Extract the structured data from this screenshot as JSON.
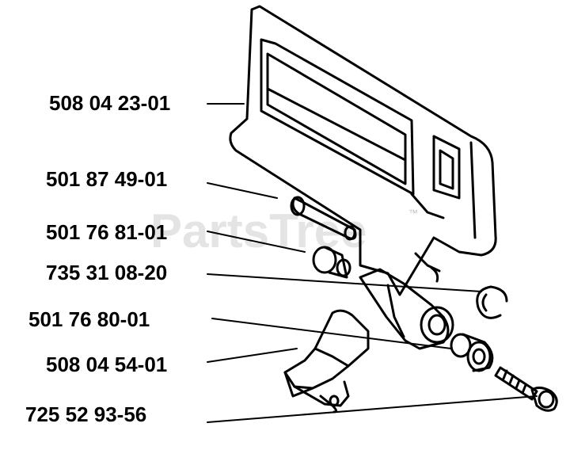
{
  "watermark": {
    "text": "PartsTree",
    "tm": "™"
  },
  "labels": [
    {
      "id": "part-508-04-23-01",
      "text": "508 04 23-01"
    },
    {
      "id": "part-501-87-49-01",
      "text": "501 87 49-01"
    },
    {
      "id": "part-501-76-81-01",
      "text": "501 76 81-01"
    },
    {
      "id": "part-735-31-08-20",
      "text": "735 31 08-20"
    },
    {
      "id": "part-501-76-80-01",
      "text": "501 76 80-01"
    },
    {
      "id": "part-508-04-54-01",
      "text": "508 04 54-01"
    },
    {
      "id": "part-725-52-93-56",
      "text": "725 52 93-56"
    }
  ],
  "colors": {
    "line": "#000000",
    "watermark": "#cfcfcf",
    "background": "#ffffff"
  }
}
